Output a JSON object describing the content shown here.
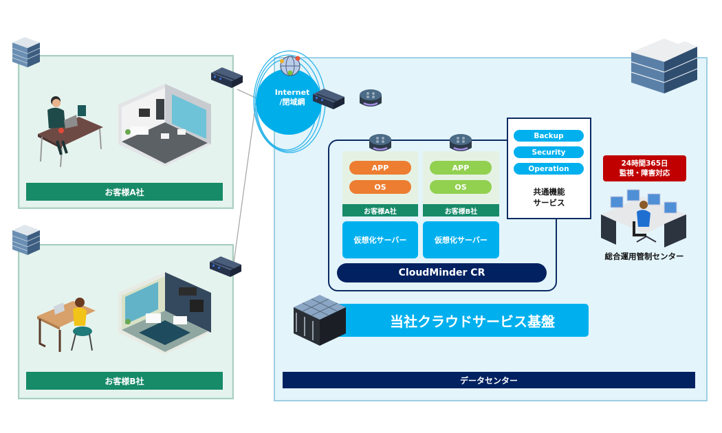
{
  "customers": [
    {
      "name": "お客様A社"
    },
    {
      "name": "お客様B社"
    }
  ],
  "network": {
    "cloud_line1": "Internet",
    "cloud_line2": "/閉域網"
  },
  "datacenter": {
    "label": "データセンター",
    "platform_label": "当社クラウドサービス基盤",
    "cloudminder_label": "CloudMinder CR",
    "tenants": [
      {
        "name": "お客様A社",
        "app": "APP",
        "os": "OS",
        "server": "仮想化サーバー",
        "color": "#ed7d31"
      },
      {
        "name": "お客様B社",
        "app": "APP",
        "os": "OS",
        "server": "仮想化サーバー",
        "color": "#92d050"
      }
    ],
    "shared_services": {
      "items": [
        "Backup",
        "Security",
        "Operation"
      ],
      "caption_line1": "共通機能",
      "caption_line2": "サービス"
    }
  },
  "operations_center": {
    "alert_line1": "24時間365日",
    "alert_line2": "監視・障害対応",
    "caption": "総合運用管制センター"
  },
  "colors": {
    "customer_green": "#178a68",
    "navy": "#012161",
    "cyan": "#00b0ee",
    "alert_red": "#c00000"
  }
}
